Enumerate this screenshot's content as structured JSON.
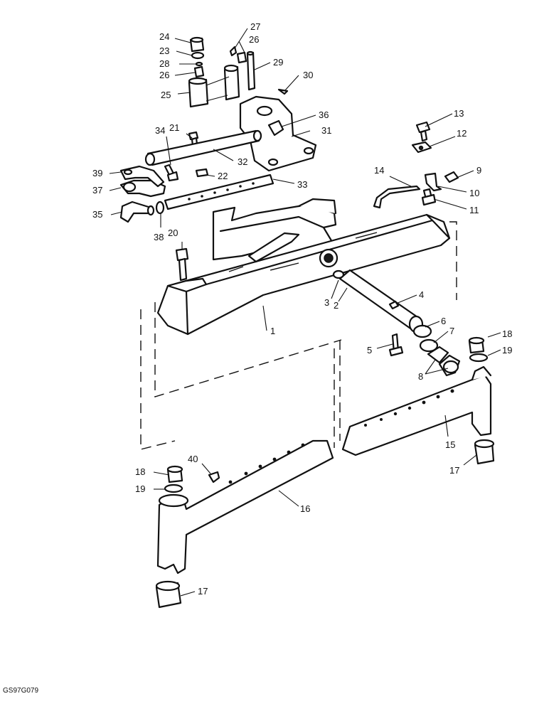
{
  "drawing_code": "GS97G079",
  "callouts": [
    "1",
    "2",
    "3",
    "4",
    "5",
    "6",
    "7",
    "8",
    "9",
    "10",
    "11",
    "12",
    "13",
    "14",
    "15",
    "16",
    "17",
    "17",
    "18",
    "18",
    "19",
    "19",
    "20",
    "21",
    "22",
    "23",
    "24",
    "25",
    "26",
    "26",
    "27",
    "28",
    "29",
    "30",
    "31",
    "32",
    "33",
    "34",
    "35",
    "36",
    "37",
    "38",
    "39",
    "40"
  ]
}
